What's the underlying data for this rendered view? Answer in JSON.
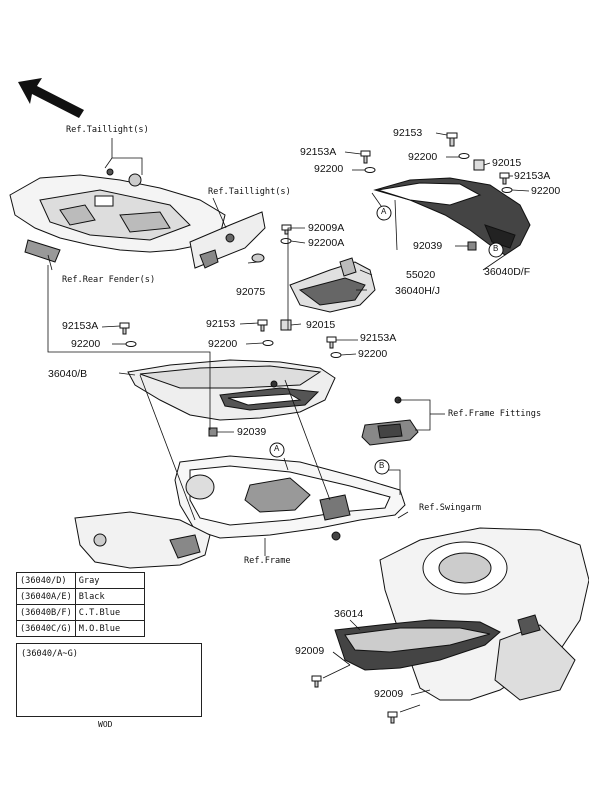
{
  "diagram": {
    "refs": {
      "taillight_top": "Ref.Taillight(s)",
      "taillight_mid": "Ref.Taillight(s)",
      "rear_fender": "Ref.Rear Fender(s)",
      "frame_fittings": "Ref.Frame Fittings",
      "swingarm": "Ref.Swingarm",
      "frame": "Ref.Frame"
    },
    "part_numbers": {
      "p92153": "92153",
      "p92153A_top": "92153A",
      "p92200_top_left": "92200",
      "p92200_top_mid": "92200",
      "p92015_top": "92015",
      "p92153A_right": "92153A",
      "p92200_right": "92200",
      "p92039_top": "92039",
      "p36040DF": "36040D/F",
      "p92009A": "92009A",
      "p92200A": "92200A",
      "p55020": "55020",
      "p36040HJ": "36040H/J",
      "p92075": "92075",
      "p92153A_left": "92153A",
      "p92200_left": "92200",
      "p36040B": "36040/B",
      "p92153_mid": "92153",
      "p92200_mid": "92200",
      "p92015_mid": "92015",
      "p92153A_mid": "92153A",
      "p92200_mid_right": "92200",
      "p92039_mid": "92039",
      "p36014": "36014",
      "p92009_upper": "92009",
      "p92009_lower": "92009"
    },
    "markers": {
      "a": "A",
      "b": "B"
    },
    "color_table": [
      {
        "code": "(36040/D)",
        "color": "Gray"
      },
      {
        "code": "(36040A/E)",
        "color": "Black"
      },
      {
        "code": "(36040B/F)",
        "color": "C.T.Blue"
      },
      {
        "code": "(36040C/G)",
        "color": "M.O.Blue"
      }
    ],
    "variant_label": "(36040/A~G)",
    "footer": "WOD"
  }
}
